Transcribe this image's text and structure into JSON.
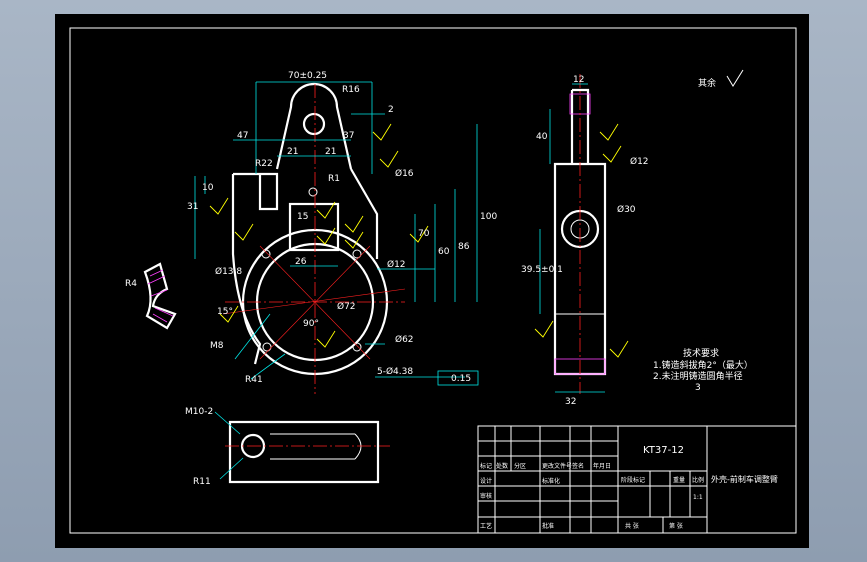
{
  "drawing": {
    "drawing_number": "KT37-12",
    "part_name": "外壳-前制车调整臂",
    "surface_finish_note": "其余",
    "technical_requirements": {
      "heading": "技术要求",
      "lines": [
        "1.铸造斜拔角2°（最大）",
        "2.未注明铸造圆角半径",
        "3"
      ]
    }
  },
  "dimensions": {
    "top_width": "70±0.25",
    "r16": "R16",
    "d2": "2",
    "d47": "47",
    "d37": "37",
    "d21a": "21",
    "d21b": "21",
    "r22": "R22",
    "r1": "R1",
    "d10": "10",
    "d31": "31",
    "d15": "15",
    "bore16": "Ø16",
    "d100": "100",
    "d86": "86",
    "d60": "60",
    "d70": "70",
    "d26": "26",
    "bore12": "Ø12",
    "bore138": "Ø13.8",
    "r4": "R4",
    "d72": "Ø72",
    "angle15": "15°",
    "angle90": "90°",
    "m8": "M8",
    "bore62": "Ø62",
    "r41": "R41",
    "holes": "5-Ø4.38",
    "tol015": "0.15",
    "side_12": "12",
    "side_40": "40",
    "side_bore12": "Ø12",
    "side_d30": "Ø30",
    "side_395": "39.5±0.1",
    "side_32": "32",
    "m10": "M10-2",
    "r11": "R11"
  },
  "title_block": {
    "row_labels": [
      "标记",
      "处数",
      "分区",
      "更改文件号",
      "签名",
      "年月日"
    ],
    "labels": {
      "designer": "设计",
      "standard": "标准化",
      "checker": "审核",
      "craft": "工艺",
      "approve": "批准",
      "stage": "阶段标记",
      "weight": "重量",
      "scale": "比例",
      "scale_value": "1:1",
      "sheet_total": "共 张",
      "sheet_no": "第 张"
    }
  }
}
